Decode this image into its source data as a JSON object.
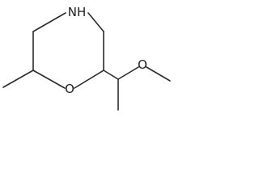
{
  "molecule": {
    "atoms": {
      "nitrogen": "NH",
      "ring_oxygen": "O",
      "methoxy_oxygen": "O"
    },
    "colors": {
      "bond": "#2b2b2b",
      "text": "#1f1f1f",
      "background": "#ffffff"
    }
  }
}
